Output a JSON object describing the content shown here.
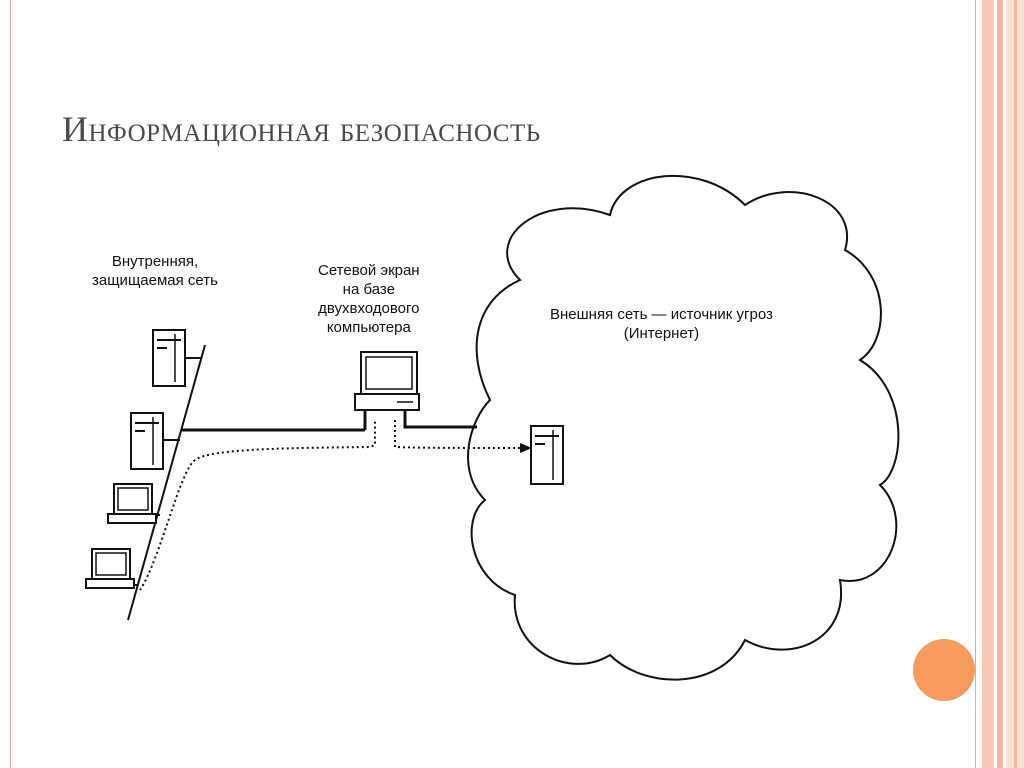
{
  "slide": {
    "title": "Информационная безопасность",
    "accent_color": "#f79a5e",
    "stripe_colors": [
      "#f8cbb8",
      "#f2b49b",
      "#fbe1d5"
    ]
  },
  "diagram": {
    "label_internal_line1": "Внутренняя,",
    "label_internal_line2": "защищаемая сеть",
    "label_firewall_line1": "Сетевой экран",
    "label_firewall_line2": "на базе",
    "label_firewall_line3": "двухвходового",
    "label_firewall_line4": "компьютера",
    "label_external_line1": "Внешняя сеть — источник угроз",
    "label_external_line2": "(Интернет)",
    "icons": [
      "server-icon",
      "server-icon",
      "workstation-icon",
      "workstation-icon",
      "firewall-computer-icon",
      "external-server-icon",
      "cloud-shape"
    ]
  }
}
